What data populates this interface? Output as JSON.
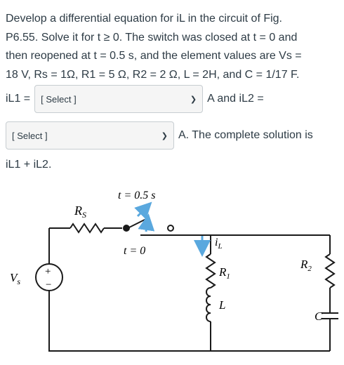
{
  "question": {
    "lines": [
      "Develop a differential equation for iL in the circuit of Fig.",
      "P6.55. Solve it for t ≥ 0. The switch was closed at t = 0 and",
      "then reopened at t = 0.5 s, and the element values are Vs =",
      "18 V, Rs = 1Ω, R1 = 5 Ω, R2 = 2 Ω, L = 2H, and C = 1/17 F."
    ],
    "iL1_label": "iL1 =",
    "select1_value": "[ Select ]",
    "select1_after": "A and iL2 =",
    "select2_value": "[ Select ]",
    "select2_after": "A. The complete solution is",
    "final_line": "iL1 + iL2."
  },
  "circuit": {
    "t_open": "t = 0.5 s",
    "t_closed": "t = 0",
    "Rs_main": "R",
    "Rs_sub": "S",
    "Vs_main": "V",
    "Vs_sub": "s",
    "plus": "+",
    "minus": "−",
    "iL_main": "i",
    "iL_sub": "L",
    "R1_main": "R",
    "R1_sub": "1",
    "L": "L",
    "R2_main": "R",
    "R2_sub": "2",
    "C": "C",
    "switch_arrow_color": "#5aa8de"
  }
}
